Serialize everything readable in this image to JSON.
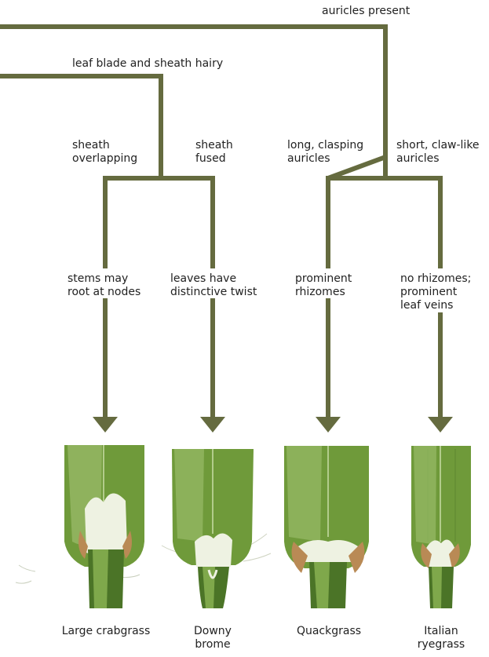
{
  "branches": {
    "auricles_present": "auricles present",
    "hairy": "leaf blade and sheath hairy",
    "overlapping": "sheath\noverlapping",
    "fused": "sheath\nfused",
    "long_clasping": "long, clasping\nauricles",
    "short_claw": "short, claw-like\nauricles"
  },
  "traits": {
    "crabgrass": "stems may\nroot at nodes",
    "brome": "leaves have\ndistinctive twist",
    "quackgrass": "prominent\nrhizomes",
    "ryegrass": "no rhizomes;\nprominent\nleaf veins"
  },
  "species": {
    "crabgrass": "Large crabgrass",
    "brome": "Downy\nbrome",
    "quackgrass": "Quackgrass",
    "ryegrass": "Italian\nryegrass"
  },
  "colors": {
    "line": "#656b3f",
    "leaf": "#6f9a3a",
    "leaf_light": "#a9c77a",
    "leaf_dark": "#4b7427",
    "ligule": "#eef2e2",
    "auricle": "#b98a55"
  }
}
